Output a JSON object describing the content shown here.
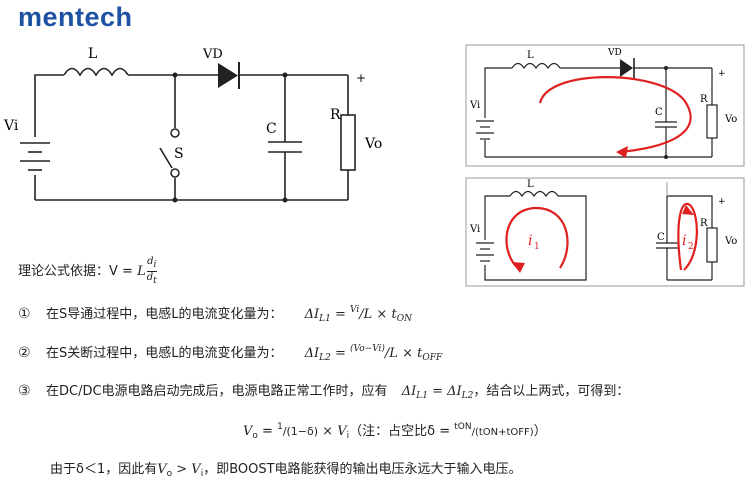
{
  "brand": "mentech",
  "colors": {
    "brand": "#1d52a3",
    "current_arrow": "#e02020",
    "circuit": "#222222"
  },
  "main_circuit": {
    "L": "L",
    "VD": "VD",
    "S": "S",
    "C": "C",
    "R": "R",
    "Vi": "Vi",
    "Vo": "Vo",
    "plus": "+"
  },
  "top_right_circuit": {
    "L": "L",
    "VD": "VD",
    "C": "C",
    "R": "R",
    "Vi": "Vi",
    "Vo": "Vo",
    "plus": "+"
  },
  "bottom_right_circuit": {
    "L": "L",
    "C": "C",
    "R": "R",
    "Vi": "Vi",
    "Vo": "Vo",
    "plus": "+",
    "i1": "i",
    "i1_sub": "1",
    "i2": "i",
    "i2_sub": "2"
  },
  "formula_basis": {
    "prefix": "理论公式依据：V = ",
    "L": "L",
    "num": "d",
    "num_sub": "i",
    "den": "d",
    "den_sub": "t"
  },
  "items": [
    {
      "marker": "①",
      "text": "在S导通过程中，电感L的电流变化量为：",
      "formula": "ΔI",
      "sub": "L1",
      "eq": " = ",
      "frac_num": "Vi",
      "frac_den": "/L",
      "tail": " × t",
      "tail_sub": "ON"
    },
    {
      "marker": "②",
      "text": "在S关断过程中，电感L的电流变化量为：",
      "formula": "ΔI",
      "sub": "L2",
      "eq": " = ",
      "frac_num": "(Vo−Vi)",
      "frac_den": "/L",
      "tail": " × t",
      "tail_sub": "OFF"
    },
    {
      "marker": "③",
      "text": "在DC/DC电源电路启动完成后，电源电路正常工作时，应有",
      "formula": "ΔI",
      "sub": "L1",
      "eq": " = ΔI",
      "eq_sub": "L2",
      "tail": "，结合以上两式，可得到："
    }
  ],
  "result_formula": {
    "lhs": "V",
    "lhs_sub": "o",
    "eq": " = ",
    "frac_num": "1",
    "frac_den": "/(1−δ)",
    "mid": " × V",
    "mid_sub": "i",
    "note": "（注：占空比δ = ",
    "note_num": "tON",
    "note_den": "/(tON+tOFF)",
    "note_end": "）"
  },
  "conclusion": {
    "pre": "由于δ＜1，因此有",
    "ineq": "V",
    "ineq_sub": "o",
    "gt": " > V",
    "gt_sub": "i",
    "post": "，即BOOST电路能获得的输出电压永远大于输入电压。"
  }
}
